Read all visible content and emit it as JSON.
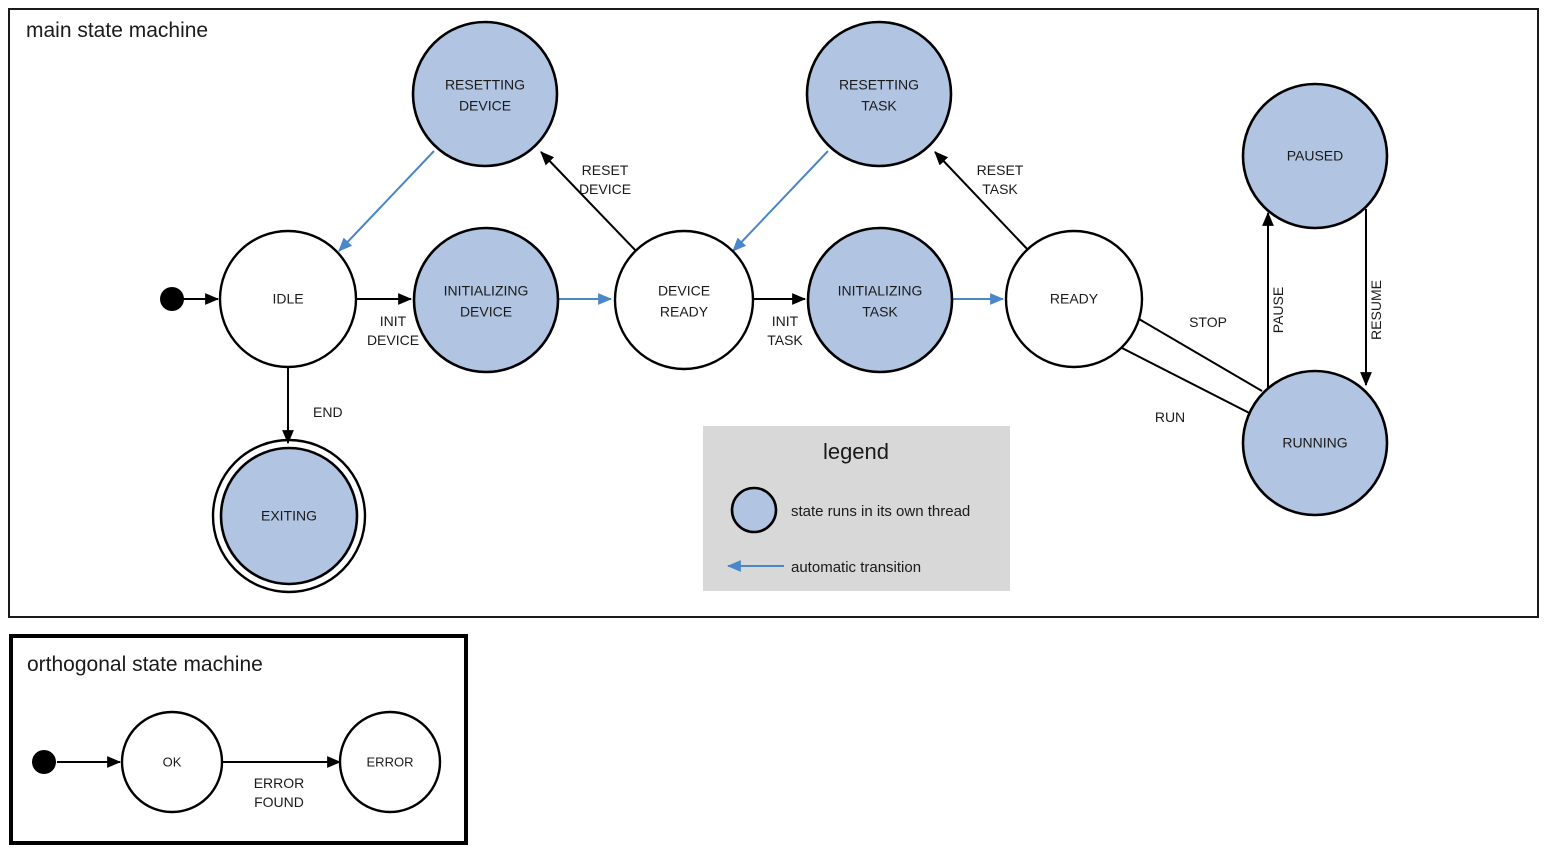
{
  "colors": {
    "thread_fill": "#b1c5e3",
    "auto_arrow": "#4a86c8",
    "legend_bg": "#d8d8d8",
    "stroke": "#000000",
    "page_bg": "#ffffff"
  },
  "main": {
    "title": "main state machine",
    "states": [
      {
        "id": "idle",
        "label_line1": "IDLE",
        "label_line2": "",
        "threaded": false,
        "final": false
      },
      {
        "id": "resetting-device",
        "label_line1": "RESETTING",
        "label_line2": "DEVICE",
        "threaded": true,
        "final": false
      },
      {
        "id": "initializing-device",
        "label_line1": "INITIALIZING",
        "label_line2": "DEVICE",
        "threaded": true,
        "final": false
      },
      {
        "id": "device-ready",
        "label_line1": "DEVICE",
        "label_line2": "READY",
        "threaded": false,
        "final": false
      },
      {
        "id": "resetting-task",
        "label_line1": "RESETTING",
        "label_line2": "TASK",
        "threaded": true,
        "final": false
      },
      {
        "id": "initializing-task",
        "label_line1": "INITIALIZING",
        "label_line2": "TASK",
        "threaded": true,
        "final": false
      },
      {
        "id": "ready",
        "label_line1": "READY",
        "label_line2": "",
        "threaded": false,
        "final": false
      },
      {
        "id": "paused",
        "label_line1": "PAUSED",
        "label_line2": "",
        "threaded": true,
        "final": false
      },
      {
        "id": "running",
        "label_line1": "RUNNING",
        "label_line2": "",
        "threaded": true,
        "final": false
      },
      {
        "id": "exiting",
        "label_line1": "EXITING",
        "label_line2": "",
        "threaded": true,
        "final": true
      }
    ],
    "transitions": [
      {
        "id": "start-to-idle",
        "label_line1": "",
        "label_line2": "",
        "automatic": false
      },
      {
        "id": "idle-to-initializing-device",
        "label_line1": "INIT",
        "label_line2": "DEVICE",
        "automatic": false
      },
      {
        "id": "initializing-device-to-device-ready",
        "label_line1": "",
        "label_line2": "",
        "automatic": true
      },
      {
        "id": "device-ready-to-resetting-device",
        "label_line1": "RESET",
        "label_line2": "DEVICE",
        "automatic": false
      },
      {
        "id": "resetting-device-to-idle",
        "label_line1": "",
        "label_line2": "",
        "automatic": true
      },
      {
        "id": "idle-to-exiting",
        "label_line1": "END",
        "label_line2": "",
        "automatic": false
      },
      {
        "id": "device-ready-to-initializing-task",
        "label_line1": "INIT",
        "label_line2": "TASK",
        "automatic": false
      },
      {
        "id": "initializing-task-to-ready",
        "label_line1": "",
        "label_line2": "",
        "automatic": true
      },
      {
        "id": "ready-to-resetting-task",
        "label_line1": "RESET",
        "label_line2": "TASK",
        "automatic": false
      },
      {
        "id": "resetting-task-to-device-ready",
        "label_line1": "",
        "label_line2": "",
        "automatic": true
      },
      {
        "id": "ready-to-running",
        "label_line1": "RUN",
        "label_line2": "",
        "automatic": false
      },
      {
        "id": "running-to-ready",
        "label_line1": "STOP",
        "label_line2": "",
        "automatic": false
      },
      {
        "id": "running-to-paused",
        "label_line1": "PAUSE",
        "label_line2": "",
        "automatic": false
      },
      {
        "id": "paused-to-running",
        "label_line1": "RESUME",
        "label_line2": "",
        "automatic": false
      }
    ]
  },
  "legend": {
    "title": "legend",
    "thread_text": "state runs in its own thread",
    "auto_text": "automatic transition"
  },
  "orthogonal": {
    "title": "orthogonal state machine",
    "states": [
      {
        "id": "ok",
        "label": "OK"
      },
      {
        "id": "error",
        "label": "ERROR"
      }
    ],
    "transitions": [
      {
        "id": "start-to-ok",
        "label_line1": "",
        "label_line2": ""
      },
      {
        "id": "ok-to-error",
        "label_line1": "ERROR",
        "label_line2": "FOUND"
      }
    ]
  }
}
